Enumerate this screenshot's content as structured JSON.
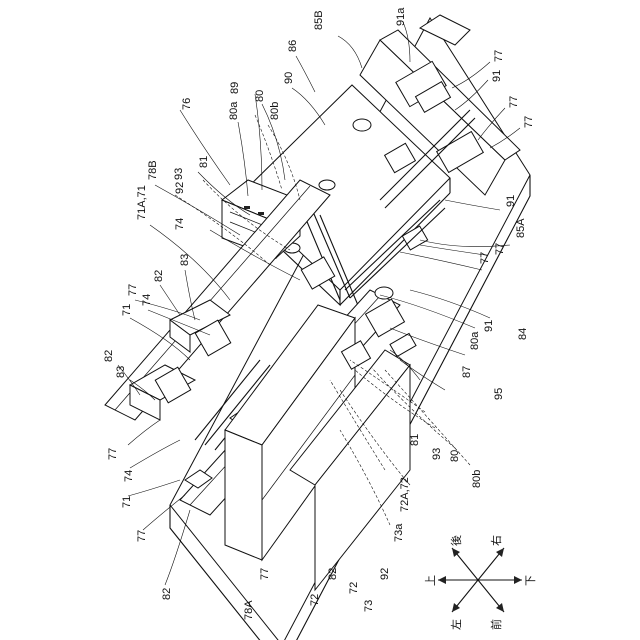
{
  "labels": [
    {
      "id": "85B",
      "text": "85B"
    },
    {
      "id": "91a",
      "text": "91a"
    },
    {
      "id": "86",
      "text": "86"
    },
    {
      "id": "77_r1",
      "text": "77"
    },
    {
      "id": "91_r1",
      "text": "91"
    },
    {
      "id": "77_r2",
      "text": "77"
    },
    {
      "id": "77_r3",
      "text": "77"
    },
    {
      "id": "89",
      "text": "89"
    },
    {
      "id": "80_t",
      "text": "80"
    },
    {
      "id": "90",
      "text": "90"
    },
    {
      "id": "76",
      "text": "76"
    },
    {
      "id": "80a_t",
      "text": "80a"
    },
    {
      "id": "80b_t",
      "text": "80b"
    },
    {
      "id": "81_t",
      "text": "81"
    },
    {
      "id": "93_t",
      "text": "93"
    },
    {
      "id": "78B",
      "text": "78B"
    },
    {
      "id": "92_t",
      "text": "92"
    },
    {
      "id": "74_t",
      "text": "74"
    },
    {
      "id": "71A71",
      "text": "71A,71"
    },
    {
      "id": "91_r2",
      "text": "91"
    },
    {
      "id": "85A",
      "text": "85A"
    },
    {
      "id": "77_r4",
      "text": "77"
    },
    {
      "id": "77_r5",
      "text": "77"
    },
    {
      "id": "83_a",
      "text": "83"
    },
    {
      "id": "82_a",
      "text": "82"
    },
    {
      "id": "77_a",
      "text": "77"
    },
    {
      "id": "74_a",
      "text": "74"
    },
    {
      "id": "71_a",
      "text": "71"
    },
    {
      "id": "91_r3",
      "text": "91"
    },
    {
      "id": "84",
      "text": "84"
    },
    {
      "id": "80a_b",
      "text": "80a"
    },
    {
      "id": "87",
      "text": "87"
    },
    {
      "id": "95",
      "text": "95"
    },
    {
      "id": "82_b",
      "text": "82"
    },
    {
      "id": "83_b",
      "text": "83"
    },
    {
      "id": "77_b",
      "text": "77"
    },
    {
      "id": "74_b",
      "text": "74"
    },
    {
      "id": "71_b",
      "text": "71"
    },
    {
      "id": "77_c",
      "text": "77"
    },
    {
      "id": "81_b",
      "text": "81"
    },
    {
      "id": "93_b",
      "text": "93"
    },
    {
      "id": "80_b",
      "text": "80"
    },
    {
      "id": "80b_b",
      "text": "80b"
    },
    {
      "id": "72A72",
      "text": "72A,72"
    },
    {
      "id": "73a",
      "text": "73a"
    },
    {
      "id": "92_b",
      "text": "92"
    },
    {
      "id": "82_c",
      "text": "82"
    },
    {
      "id": "77_d",
      "text": "77"
    },
    {
      "id": "82_d",
      "text": "82"
    },
    {
      "id": "72_a",
      "text": "72"
    },
    {
      "id": "72_b",
      "text": "72"
    },
    {
      "id": "73",
      "text": "73"
    },
    {
      "id": "78A",
      "text": "78A"
    }
  ],
  "compass": {
    "up": "上",
    "down": "下",
    "left": "左",
    "right": "右",
    "front": "前",
    "back": "後"
  }
}
